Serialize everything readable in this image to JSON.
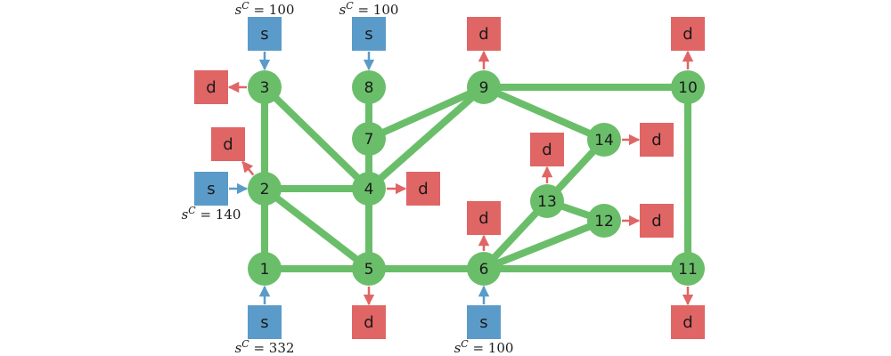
{
  "colors": {
    "edge": "#6abe6a",
    "node": "#6abe6a",
    "source": "#5b9bc9",
    "demand": "#e06565",
    "demand_arrow": "#e06565",
    "source_arrow": "#5b9bc9"
  },
  "nodes": [
    {
      "id": "1",
      "label": "1"
    },
    {
      "id": "2",
      "label": "2"
    },
    {
      "id": "3",
      "label": "3"
    },
    {
      "id": "4",
      "label": "4"
    },
    {
      "id": "5",
      "label": "5"
    },
    {
      "id": "6",
      "label": "6"
    },
    {
      "id": "7",
      "label": "7"
    },
    {
      "id": "8",
      "label": "8"
    },
    {
      "id": "9",
      "label": "9"
    },
    {
      "id": "10",
      "label": "10"
    },
    {
      "id": "11",
      "label": "11"
    },
    {
      "id": "12",
      "label": "12"
    },
    {
      "id": "13",
      "label": "13"
    },
    {
      "id": "14",
      "label": "14"
    }
  ],
  "edges": [
    [
      "1",
      "2"
    ],
    [
      "1",
      "5"
    ],
    [
      "2",
      "3"
    ],
    [
      "2",
      "4"
    ],
    [
      "2",
      "5"
    ],
    [
      "3",
      "4"
    ],
    [
      "4",
      "5"
    ],
    [
      "4",
      "7"
    ],
    [
      "4",
      "9"
    ],
    [
      "5",
      "6"
    ],
    [
      "6",
      "11"
    ],
    [
      "6",
      "12"
    ],
    [
      "6",
      "13"
    ],
    [
      "7",
      "8"
    ],
    [
      "7",
      "9"
    ],
    [
      "9",
      "10"
    ],
    [
      "9",
      "14"
    ],
    [
      "10",
      "11"
    ],
    [
      "12",
      "13"
    ],
    [
      "13",
      "14"
    ]
  ],
  "sources": [
    {
      "node": "3",
      "label": "s",
      "capacity_label": "s^C = 100"
    },
    {
      "node": "8",
      "label": "s",
      "capacity_label": "s^C = 100"
    },
    {
      "node": "2",
      "label": "s",
      "capacity_label": "s^C = 140"
    },
    {
      "node": "1",
      "label": "s",
      "capacity_label": "s^C = 332"
    },
    {
      "node": "6",
      "label": "s",
      "capacity_label": "s^C = 100"
    }
  ],
  "demands": [
    {
      "node": "3",
      "label": "d"
    },
    {
      "node": "2",
      "label": "d"
    },
    {
      "node": "4",
      "label": "d"
    },
    {
      "node": "5",
      "label": "d"
    },
    {
      "node": "6",
      "label": "d"
    },
    {
      "node": "9",
      "label": "d"
    },
    {
      "node": "10",
      "label": "d"
    },
    {
      "node": "11",
      "label": "d"
    },
    {
      "node": "12",
      "label": "d"
    },
    {
      "node": "13",
      "label": "d"
    },
    {
      "node": "14",
      "label": "d"
    }
  ]
}
